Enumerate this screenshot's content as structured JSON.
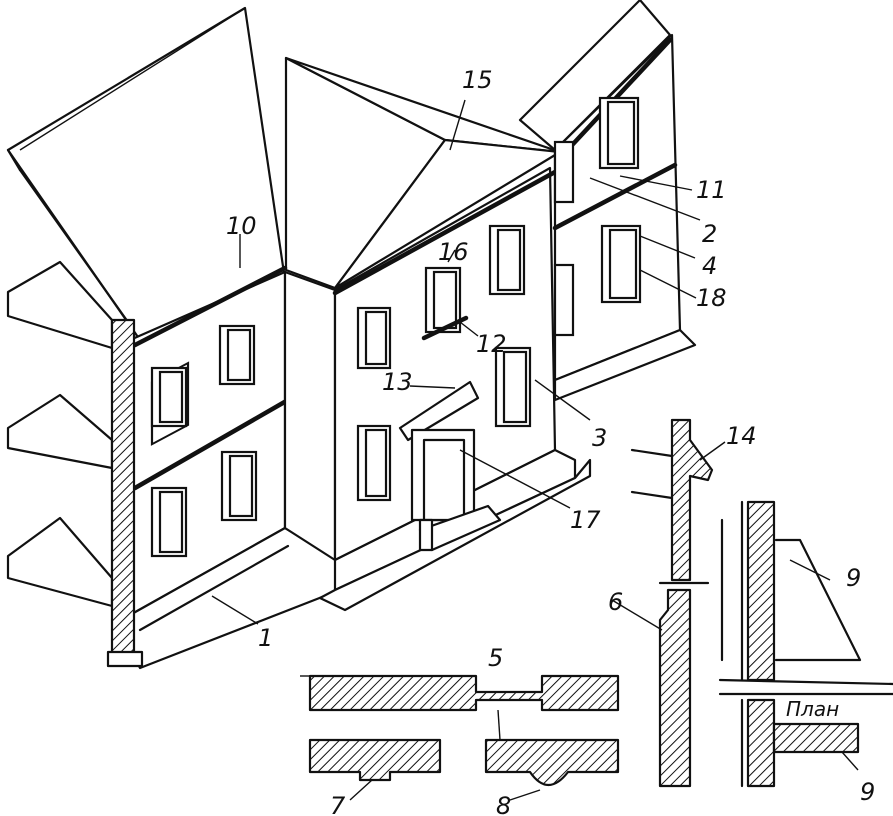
{
  "callouts": [
    {
      "id": "1",
      "text": "1"
    },
    {
      "id": "2",
      "text": "2"
    },
    {
      "id": "3",
      "text": "3"
    },
    {
      "id": "4",
      "text": "4"
    },
    {
      "id": "5",
      "text": "5"
    },
    {
      "id": "6",
      "text": "6"
    },
    {
      "id": "7",
      "text": "7"
    },
    {
      "id": "8",
      "text": "8"
    },
    {
      "id": "9a",
      "text": "9"
    },
    {
      "id": "9b",
      "text": "9"
    },
    {
      "id": "10",
      "text": "10"
    },
    {
      "id": "11",
      "text": "11"
    },
    {
      "id": "12",
      "text": "12"
    },
    {
      "id": "13",
      "text": "13"
    },
    {
      "id": "14",
      "text": "14"
    },
    {
      "id": "15",
      "text": "15"
    },
    {
      "id": "16",
      "text": "16"
    },
    {
      "id": "17",
      "text": "17"
    },
    {
      "id": "18",
      "text": "18"
    }
  ],
  "plan_label": "План"
}
